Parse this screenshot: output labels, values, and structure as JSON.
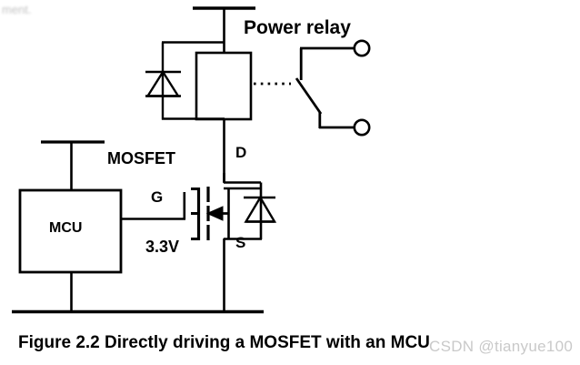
{
  "figure": {
    "caption": "Figure 2.2 Directly driving a MOSFET with an MCU",
    "watermark": "CSDN @tianyue100",
    "corner_artifact": "ment."
  },
  "labels": {
    "power_relay": "Power relay",
    "mosfet": "MOSFET",
    "mcu": "MCU",
    "gate": "G",
    "drain": "D",
    "source": "S",
    "supply_voltage": "3.3V"
  },
  "colors": {
    "wire": "#000000",
    "text": "#000000",
    "background": "#ffffff",
    "watermark": "#c9c9c9"
  },
  "components": {
    "relay_coil": {
      "name": "relay-coil",
      "shape": "rectangle"
    },
    "flyback_diode": {
      "name": "flyback-diode",
      "orientation": "cathode-up"
    },
    "relay_contacts": {
      "name": "relay-switch-contacts",
      "terminals": 2,
      "type": "normally-open"
    },
    "mosfet": {
      "name": "n-channel-mosfet",
      "channel": "N",
      "body_diode": "cathode-up",
      "terminals": [
        "G",
        "D",
        "S"
      ]
    },
    "mcu_block": {
      "name": "mcu-block",
      "shape": "rectangle"
    },
    "mechanical_linkage": {
      "name": "dotted-linkage",
      "style": "dotted"
    }
  }
}
